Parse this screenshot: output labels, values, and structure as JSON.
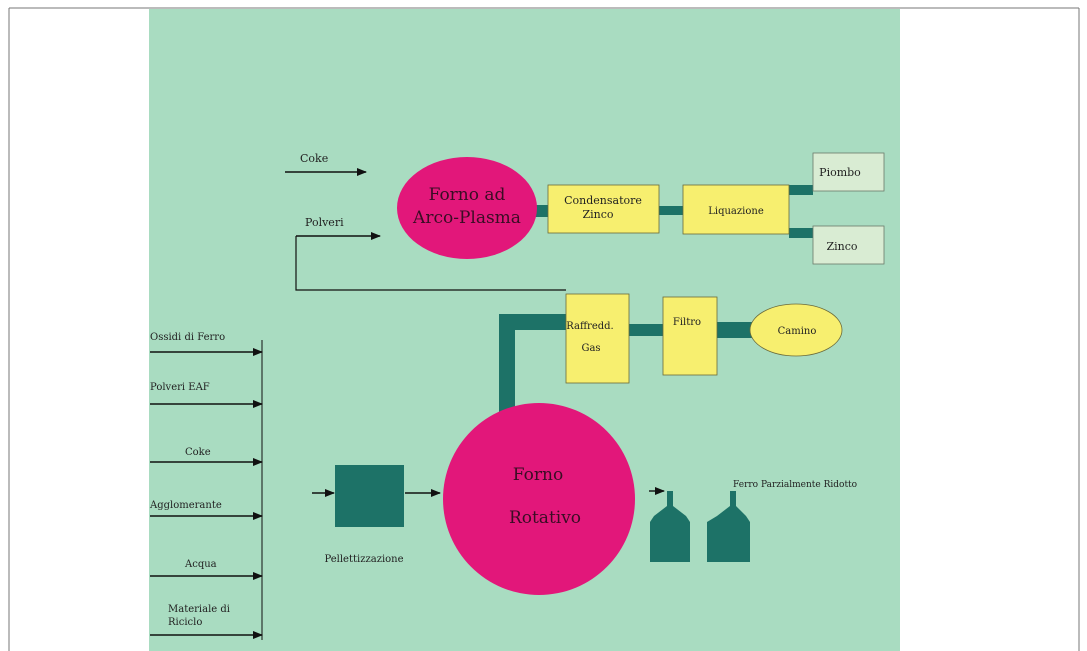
{
  "diagram": {
    "colors": {
      "background": "#a9dcc1",
      "furnace": "#e2177a",
      "box": "#f7ef6f",
      "pipe": "#1d7267",
      "output_box": "#d9ecd3",
      "line": "#111111"
    },
    "inputs": {
      "coke_top": "Coke",
      "polveri_top": "Polveri"
    },
    "plasma_furnace": {
      "line1": "Forno ad",
      "line2": "Arco-Plasma"
    },
    "condenser": {
      "line1": "Condensatore",
      "line2": "Zinco"
    },
    "liquation": "Liquazione",
    "outputs": {
      "lead": "Piombo",
      "zinc": "Zinco"
    },
    "gas_cooling": {
      "line1": "Raffredd.",
      "line2": "Gas"
    },
    "filter": "Filtro",
    "chimney": "Camino",
    "feed_inputs": [
      "Ossidi di Ferro",
      "Polveri EAF",
      "Coke",
      "Agglomerante",
      "Acqua",
      "Materiale di Riciclo"
    ],
    "pelletizer": "Pellettizzazione",
    "rotary_furnace": {
      "line1": "Forno",
      "line2": "Rotativo"
    },
    "reduced_iron": "Ferro Parzialmente Ridotto"
  }
}
